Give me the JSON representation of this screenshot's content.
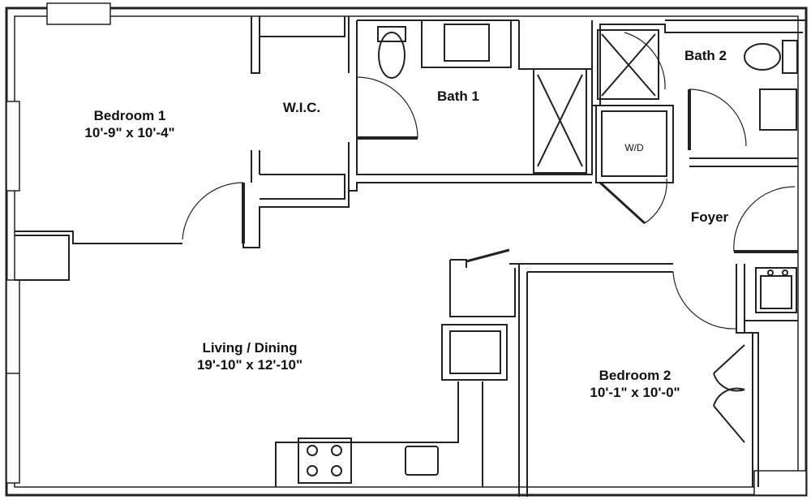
{
  "rooms": {
    "bedroom1": {
      "name": "Bedroom 1",
      "dims": "10'-9\" x 10'-4\""
    },
    "wic": {
      "name": "W.I.C."
    },
    "bath1": {
      "name": "Bath 1"
    },
    "bath2": {
      "name": "Bath 2"
    },
    "wd": {
      "name": "W/D"
    },
    "foyer": {
      "name": "Foyer"
    },
    "living": {
      "name": "Living / Dining",
      "dims": "19'-10\" x 12'-10\""
    },
    "bedroom2": {
      "name": "Bedroom 2",
      "dims": "10'-1\" x 10'-0\""
    }
  }
}
